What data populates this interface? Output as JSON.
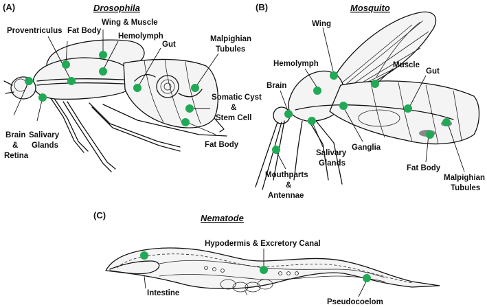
{
  "colors": {
    "tissue_marker": "#21a955",
    "line": "#111111",
    "background": "#ffffff"
  },
  "panels": {
    "a": {
      "letter": "(A)",
      "title": "Drosophila",
      "labels": {
        "proventriculus": "Proventriculus",
        "fat_body_top": "Fat Body",
        "wing_muscle": "Wing & Muscle",
        "hemolymph": "Hemolymph",
        "gut": "Gut",
        "malpighian_1": "Malpighian",
        "malpighian_2": "Tubules",
        "somatic_1": "Somatic Cyst",
        "somatic_2": "&",
        "somatic_3": "Stem Cell",
        "fat_body_bottom": "Fat Body",
        "brain_1": "Brain",
        "brain_2": "&",
        "brain_3": "Retina",
        "salivary_1": "Salivary",
        "salivary_2": "Glands"
      }
    },
    "b": {
      "letter": "(B)",
      "title": "Mosquito",
      "labels": {
        "wing": "Wing",
        "hemolymph": "Hemolymph",
        "muscle": "Muscle",
        "gut": "Gut",
        "brain": "Brain",
        "ganglia": "Ganglia",
        "salivary_1": "Salivary",
        "salivary_2": "Glands",
        "fat_body": "Fat Body",
        "malpighian_1": "Malpighian",
        "malpighian_2": "Tubules",
        "mouthparts_1": "Mouthparts",
        "mouthparts_2": "&",
        "mouthparts_3": "Antennae"
      }
    },
    "c": {
      "letter": "(C)",
      "title": "Nematode",
      "labels": {
        "hypodermis": "Hypodermis & Excretory Canal",
        "intestine": "Intestine",
        "pseudocoelom": "Pseudocoelom"
      }
    }
  }
}
